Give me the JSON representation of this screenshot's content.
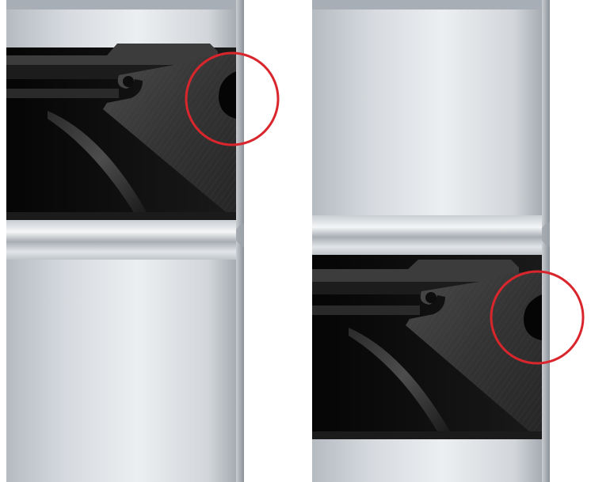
{
  "figure": {
    "panels": [
      {
        "id": "left",
        "state": "seal-upper-position",
        "callout": "circle"
      },
      {
        "id": "right",
        "state": "seal-lower-position",
        "callout": "circle"
      }
    ],
    "colors": {
      "background": "#ffffff",
      "metal_light": "#e6e9ec",
      "metal_mid": "#b9bec4",
      "metal_dark": "#8f959c",
      "seal_dark": "#3a3a3a",
      "seal_black": "#0d0d0d",
      "highlight_circle": "#d9262c"
    }
  }
}
